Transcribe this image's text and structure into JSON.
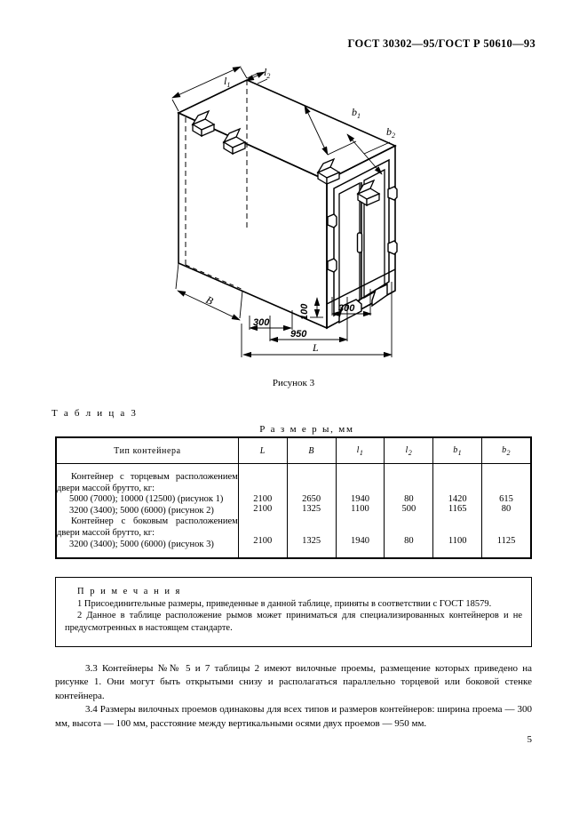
{
  "header": {
    "standard": "ГОСТ 30302—95/ГОСТ Р 50610—93"
  },
  "figure": {
    "caption": "Рисунок 3",
    "labels": {
      "l1": "l",
      "l1_sub": "1",
      "l2": "l",
      "l2_sub": "2",
      "b1": "b",
      "b1_sub": "1",
      "b2": "b",
      "b2_sub": "2",
      "B": "B",
      "L": "L",
      "pocket_left": "300",
      "pocket_right": "300",
      "pocket_spacing": "950",
      "pocket_height": "100"
    }
  },
  "table": {
    "label": "Т а б л и ц а   3",
    "title": "Р а з м е р ы, мм",
    "columns": [
      {
        "label": "Тип контейнера",
        "italic": false
      },
      {
        "label": "L",
        "sub": "",
        "italic": true
      },
      {
        "label": "B",
        "sub": "",
        "italic": true
      },
      {
        "label": "l",
        "sub": "1",
        "italic": true
      },
      {
        "label": "l",
        "sub": "2",
        "italic": true
      },
      {
        "label": "b",
        "sub": "1",
        "italic": true
      },
      {
        "label": "b",
        "sub": "2",
        "italic": true
      }
    ],
    "groups": [
      {
        "heading": "Контейнер с торцевым расположе­нием двери массой брутто, кг:",
        "rows": [
          {
            "type": "5000 (7000); 10000 (12500) (рисунок 1)",
            "L": "2100",
            "B": "2650",
            "l1": "1940",
            "l2": "80",
            "b1": "1420",
            "b2": "615"
          },
          {
            "type": "3200 (3400); 5000 (6000) (рисунок 2)",
            "L": "2100",
            "B": "1325",
            "l1": "1100",
            "l2": "500",
            "b1": "1165",
            "b2": "80"
          }
        ]
      },
      {
        "heading": "Контейнер с боковым расположе­нием двери массой брутто, кг:",
        "rows": [
          {
            "type": "3200 (3400); 5000 (6000) (рисунок 3)",
            "L": "2100",
            "B": "1325",
            "l1": "1940",
            "l2": "80",
            "b1": "1100",
            "b2": "1125"
          }
        ]
      }
    ],
    "notes": {
      "title": "П р и м е ч а н и я",
      "items": [
        "1  Присоединительные размеры, приведенные в данной таблице, приняты в соответствии с ГОСТ 18579.",
        "2  Данное в таблице расположение рымов может приниматься для специализированных контейнеров и не предусмотренных в настоящем стандарте."
      ]
    }
  },
  "body": {
    "paragraphs": [
      "3.3  Контейнеры №№ 5 и 7 таблицы 2 имеют вилочные проемы, размещение которых приведено на рисунке 1. Они могут быть открытыми снизу и располагаться параллельно торцевой или боковой стенке контейнера.",
      "3.4  Размеры вилочных проемов одинаковы для всех типов и размеров контейнеров: ширина проема — 300 мм, высота — 100 мм, расстояние между вертикальными осями двух проемов — 950 мм."
    ]
  },
  "footer": {
    "page_number": "5"
  }
}
